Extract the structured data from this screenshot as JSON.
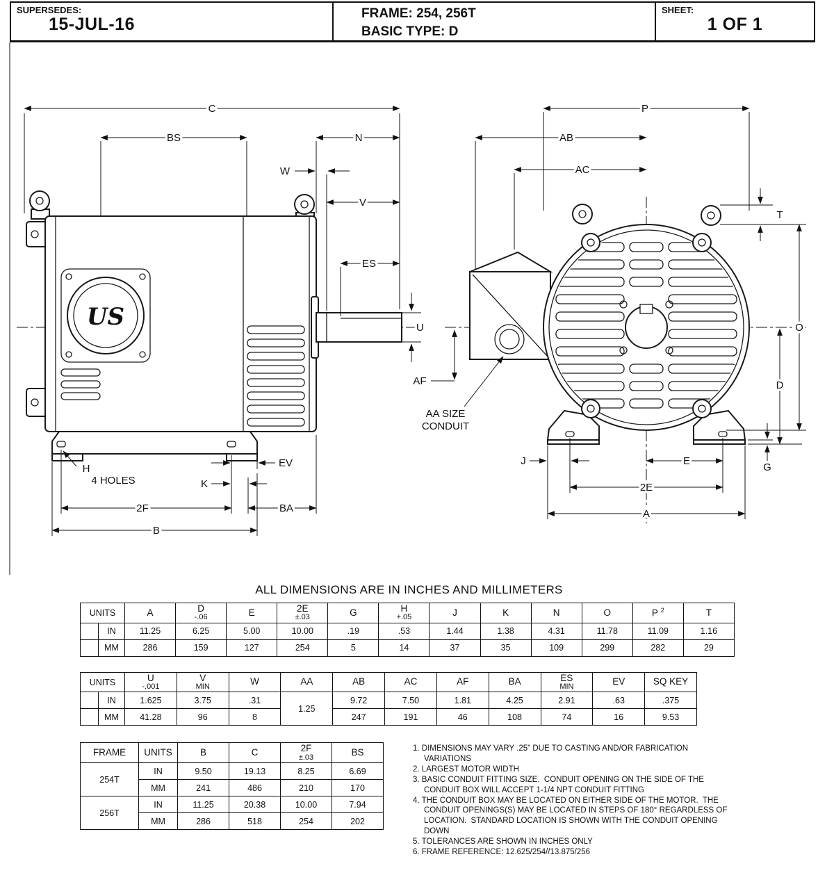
{
  "header": {
    "supersedes_label": "SUPERSEDES:",
    "supersedes_value": "15-JUL-16",
    "frame_line": "FRAME: 254, 256T",
    "type_line": "BASIC TYPE: D",
    "sheet_label": "SHEET:",
    "sheet_value": "1 OF 1"
  },
  "drawing": {
    "labels": {
      "C": "C",
      "BS": "BS",
      "N": "N",
      "W": "W",
      "V": "V",
      "ES": "ES",
      "U": "U",
      "H": "H",
      "holes": "4 HOLES",
      "EV": "EV",
      "K": "K",
      "2F": "2F",
      "BA": "BA",
      "B": "B",
      "P": "P",
      "AB": "AB",
      "AC": "AC",
      "T": "T",
      "O": "O",
      "D": "D",
      "AF": "AF",
      "aa_line1": "AA SIZE",
      "aa_line2": "CONDUIT",
      "J": "J",
      "E": "E",
      "2E": "2E",
      "A": "A",
      "G": "G",
      "logo": "US"
    }
  },
  "tables": {
    "title": "ALL DIMENSIONS ARE IN INCHES AND MILLIMETERS",
    "table1": {
      "units_label": "UNITS",
      "cols": [
        {
          "l": "A",
          "s": ""
        },
        {
          "l": "D",
          "s": "-.06"
        },
        {
          "l": "E",
          "s": ""
        },
        {
          "l": "2E",
          "s": "±.03"
        },
        {
          "l": "G",
          "s": ""
        },
        {
          "l": "H",
          "s": "+.05"
        },
        {
          "l": "J",
          "s": ""
        },
        {
          "l": "K",
          "s": ""
        },
        {
          "l": "N",
          "s": ""
        },
        {
          "l": "O",
          "s": ""
        },
        {
          "l": "P",
          "s": "",
          "sup": "2"
        },
        {
          "l": "T",
          "s": ""
        }
      ],
      "rows": [
        {
          "unit": "IN",
          "v": [
            "11.25",
            "6.25",
            "5.00",
            "10.00",
            ".19",
            ".53",
            "1.44",
            "1.38",
            "4.31",
            "11.78",
            "11.09",
            "1.16"
          ]
        },
        {
          "unit": "MM",
          "v": [
            "286",
            "159",
            "127",
            "254",
            "5",
            "14",
            "37",
            "35",
            "109",
            "299",
            "282",
            "29"
          ]
        }
      ]
    },
    "table2": {
      "units_label": "UNITS",
      "cols": [
        {
          "l": "U",
          "s": "-.001"
        },
        {
          "l": "V",
          "s": "MIN"
        },
        {
          "l": "W",
          "s": ""
        },
        {
          "l": "AA",
          "s": ""
        },
        {
          "l": "AB",
          "s": ""
        },
        {
          "l": "AC",
          "s": ""
        },
        {
          "l": "AF",
          "s": ""
        },
        {
          "l": "BA",
          "s": ""
        },
        {
          "l": "ES",
          "s": "MIN"
        },
        {
          "l": "EV",
          "s": ""
        },
        {
          "l": "SQ KEY",
          "s": ""
        }
      ],
      "aa_value": "1.25",
      "rows": [
        {
          "unit": "IN",
          "v": [
            "1.625",
            "3.75",
            ".31",
            "9.72",
            "7.50",
            "1.81",
            "4.25",
            "2.91",
            ".63",
            ".375"
          ]
        },
        {
          "unit": "MM",
          "v": [
            "41.28",
            "96",
            "8",
            "247",
            "191",
            "46",
            "108",
            "74",
            "16",
            "9.53"
          ]
        }
      ]
    },
    "table3": {
      "frame_label": "FRAME",
      "units_label": "UNITS",
      "cols": [
        {
          "l": "B",
          "s": ""
        },
        {
          "l": "C",
          "s": ""
        },
        {
          "l": "2F",
          "s": "±.03"
        },
        {
          "l": "BS",
          "s": ""
        }
      ],
      "groups": [
        {
          "frame": "254T",
          "rows": [
            {
              "unit": "IN",
              "v": [
                "9.50",
                "19.13",
                "8.25",
                "6.69"
              ]
            },
            {
              "unit": "MM",
              "v": [
                "241",
                "486",
                "210",
                "170"
              ]
            }
          ]
        },
        {
          "frame": "256T",
          "rows": [
            {
              "unit": "IN",
              "v": [
                "11.25",
                "20.38",
                "10.00",
                "7.94"
              ]
            },
            {
              "unit": "MM",
              "v": [
                "286",
                "518",
                "254",
                "202"
              ]
            }
          ]
        }
      ]
    }
  },
  "notes": [
    "1. DIMENSIONS MAY VARY .25\" DUE TO CASTING AND/OR FABRICATION VARIATIONS",
    "2. LARGEST MOTOR WIDTH",
    "3. BASIC CONDUIT FITTING SIZE.  CONDUIT OPENING ON THE SIDE OF THE CONDUIT BOX WILL ACCEPT 1-1/4 NPT CONDUIT FITTING",
    "4. THE CONDUIT BOX MAY BE LOCATED ON EITHER SIDE OF THE MOTOR.  THE CONDUIT OPENINGS(S) MAY BE LOCATED IN STEPS OF 180° REGARDLESS OF LOCATION.  STANDARD LOCATION IS SHOWN WITH THE CONDUIT OPENING DOWN",
    "5. TOLERANCES ARE SHOWN IN INCHES ONLY",
    "6. FRAME REFERENCE: 12.625/254//13.875/256"
  ]
}
